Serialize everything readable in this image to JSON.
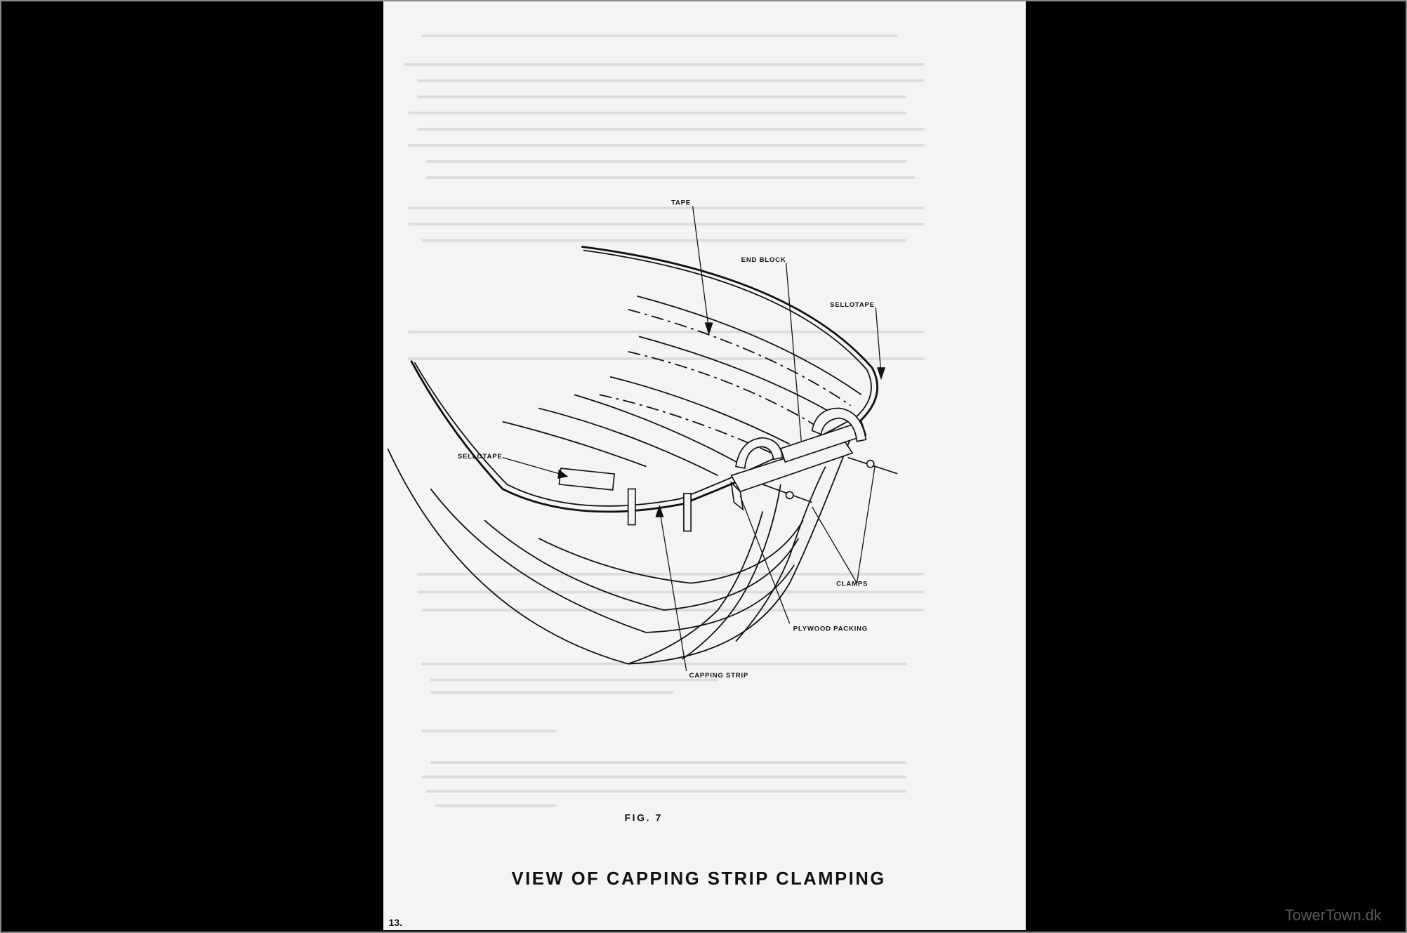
{
  "figure": {
    "labels": {
      "tape": "TAPE",
      "end_block": "END BLOCK",
      "sellotape_right": "SELLOTAPE",
      "sellotape_left": "SELLOTAPE",
      "clamps": "CLAMPS",
      "plywood_packing": "PLYWOOD PACKING",
      "capping_strip": "CAPPING STRIP"
    },
    "fig_number": "FIG. 7",
    "title": "VIEW OF CAPPING STRIP CLAMPING"
  },
  "page_number": "13.",
  "watermark": "TowerTown.dk"
}
